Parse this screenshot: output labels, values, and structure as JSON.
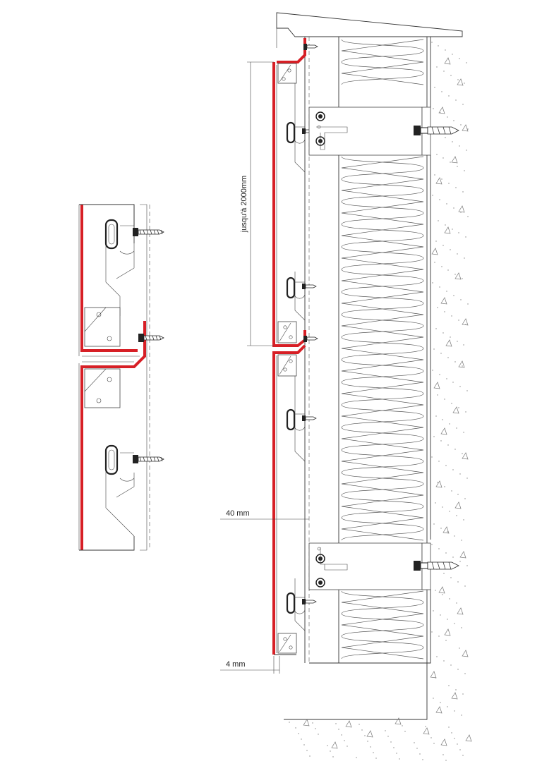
{
  "labels": {
    "height": "jusqu'à 2000mm",
    "gap": "40 mm",
    "thickness": "4 mm"
  },
  "colors": {
    "cladding": "#d71f26",
    "line": "#333333",
    "background": "#ffffff"
  }
}
